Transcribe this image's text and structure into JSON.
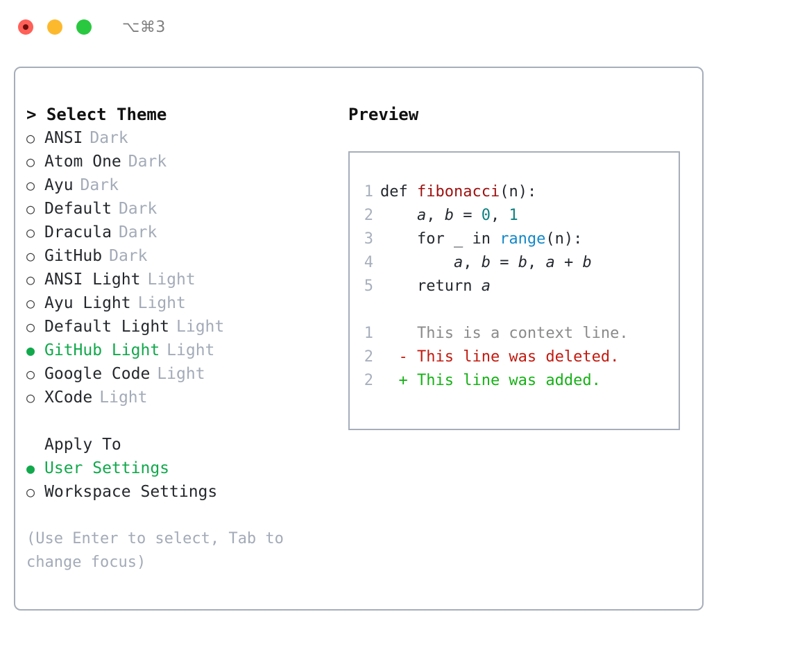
{
  "titlebar": {
    "shortcut": "⌥⌘3",
    "lights": [
      {
        "name": "close",
        "color": "#ff6058"
      },
      {
        "name": "minimize",
        "color": "#fdb92e"
      },
      {
        "name": "maximize",
        "color": "#2ac840"
      }
    ]
  },
  "theme_picker": {
    "header": "> Select Theme",
    "marker_selected": "●",
    "marker_unselected": "○",
    "items": [
      {
        "label": "ANSI",
        "variant": "Dark",
        "selected": false
      },
      {
        "label": "Atom One",
        "variant": "Dark",
        "selected": false
      },
      {
        "label": "Ayu",
        "variant": "Dark",
        "selected": false
      },
      {
        "label": "Default",
        "variant": "Dark",
        "selected": false
      },
      {
        "label": "Dracula",
        "variant": "Dark",
        "selected": false
      },
      {
        "label": "GitHub",
        "variant": "Dark",
        "selected": false
      },
      {
        "label": "ANSI Light",
        "variant": "Light",
        "selected": false
      },
      {
        "label": "Ayu Light",
        "variant": "Light",
        "selected": false
      },
      {
        "label": "Default Light",
        "variant": "Light",
        "selected": false
      },
      {
        "label": "GitHub Light",
        "variant": "Light",
        "selected": true
      },
      {
        "label": "Google Code",
        "variant": "Light",
        "selected": false
      },
      {
        "label": "XCode",
        "variant": "Light",
        "selected": false
      }
    ]
  },
  "apply_to": {
    "title": "Apply To",
    "items": [
      {
        "label": "User Settings",
        "selected": true
      },
      {
        "label": "Workspace Settings",
        "selected": false
      }
    ]
  },
  "hint": "(Use Enter to select, Tab to change focus)",
  "preview": {
    "title": "Preview",
    "code_lines": [
      {
        "num": "1",
        "tokens": [
          {
            "text": "def ",
            "style": "plain"
          },
          {
            "text": "fibonacci",
            "style": "func"
          },
          {
            "text": "(n):",
            "style": "plain"
          }
        ]
      },
      {
        "num": "2",
        "tokens": [
          {
            "text": "    ",
            "style": "plain"
          },
          {
            "text": "a",
            "style": "var"
          },
          {
            "text": ", ",
            "style": "plain"
          },
          {
            "text": "b",
            "style": "var"
          },
          {
            "text": " = ",
            "style": "plain"
          },
          {
            "text": "0",
            "style": "num"
          },
          {
            "text": ", ",
            "style": "plain"
          },
          {
            "text": "1",
            "style": "num"
          }
        ]
      },
      {
        "num": "3",
        "tokens": [
          {
            "text": "    for _ in ",
            "style": "plain"
          },
          {
            "text": "range",
            "style": "call"
          },
          {
            "text": "(n):",
            "style": "plain"
          }
        ]
      },
      {
        "num": "4",
        "tokens": [
          {
            "text": "        ",
            "style": "plain"
          },
          {
            "text": "a",
            "style": "var"
          },
          {
            "text": ", ",
            "style": "plain"
          },
          {
            "text": "b",
            "style": "var"
          },
          {
            "text": " = ",
            "style": "plain"
          },
          {
            "text": "b",
            "style": "var"
          },
          {
            "text": ", ",
            "style": "plain"
          },
          {
            "text": "a",
            "style": "var"
          },
          {
            "text": " + ",
            "style": "plain"
          },
          {
            "text": "b",
            "style": "var"
          }
        ]
      },
      {
        "num": "5",
        "tokens": [
          {
            "text": "    return ",
            "style": "plain"
          },
          {
            "text": "a",
            "style": "var"
          }
        ]
      }
    ],
    "diff_lines": [
      {
        "num": "1",
        "sign": " ",
        "text": "This is a context line.",
        "kind": "context"
      },
      {
        "num": "2",
        "sign": "-",
        "text": "This line was deleted.",
        "kind": "deleted"
      },
      {
        "num": "2",
        "sign": "+",
        "text": "This line was added.",
        "kind": "added"
      }
    ]
  },
  "colors": {
    "accent_green": "#12a84c",
    "muted": "#a3abb8",
    "border": "#a6aeba",
    "func_red": "#9e1010",
    "number_teal": "#0d8080",
    "call_blue": "#1388c9",
    "diff_delete": "#c21a0f",
    "diff_add": "#16b116"
  }
}
